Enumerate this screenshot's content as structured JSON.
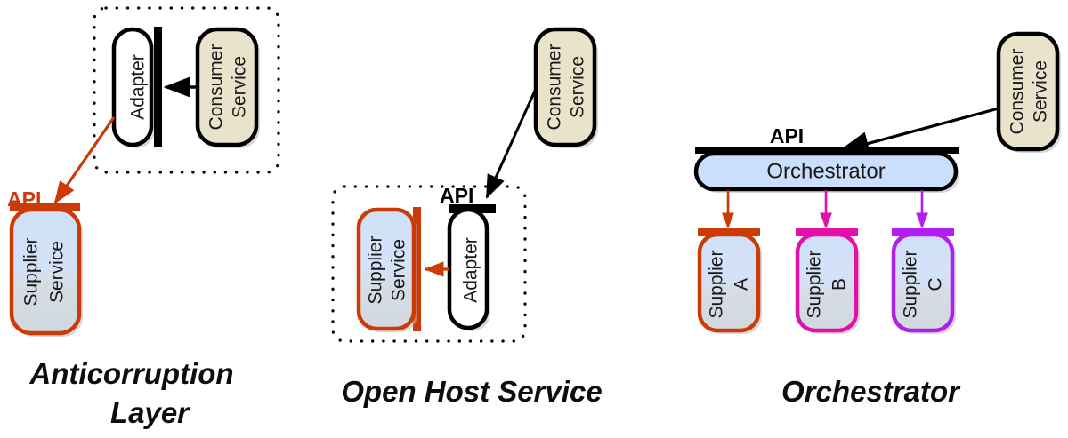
{
  "diagram": {
    "title_glyphs": [
      "Anticorruption Layer",
      "Open Host Service",
      "Orchestrator"
    ],
    "colors": {
      "orange": "#cc3a06",
      "magenta": "#e20fa8",
      "purple": "#b01ff0",
      "black": "#000000",
      "consumer_fill": "#e9e3cb",
      "supplier_fill_top": "#cfe0f8",
      "supplier_fill_bottom": "#d3d9e0",
      "orchestrator_fill": "#cadffb"
    },
    "panels": [
      {
        "id": "anticorruption-layer",
        "caption_line1": "Anticorruption",
        "caption_line2": "Layer",
        "caption": "Anticorruption Layer",
        "api_label": "API",
        "nodes": {
          "adapter": "Adapter",
          "consumer": "Consumer Service",
          "consumer_line1": "Consumer",
          "consumer_line2": "Service",
          "supplier_line1": "Supplier",
          "supplier_line2": "Service"
        }
      },
      {
        "id": "open-host-service",
        "caption": "Open Host Service",
        "api_label": "API",
        "nodes": {
          "adapter": "Adapter",
          "consumer_line1": "Consumer",
          "consumer_line2": "Service",
          "supplier_line1": "Supplier",
          "supplier_line2": "Service"
        }
      },
      {
        "id": "orchestrator",
        "caption": "Orchestrator",
        "api_label": "API",
        "nodes": {
          "orchestrator": "Orchestrator",
          "consumer_line1": "Consumer",
          "consumer_line2": "Service",
          "suppliers": [
            {
              "line1": "Supplier",
              "line2": "A",
              "color": "#cc3a06"
            },
            {
              "line1": "Supplier",
              "line2": "B",
              "color": "#e20fa8"
            },
            {
              "line1": "Supplier",
              "line2": "C",
              "color": "#b01ff0"
            }
          ]
        }
      }
    ]
  }
}
